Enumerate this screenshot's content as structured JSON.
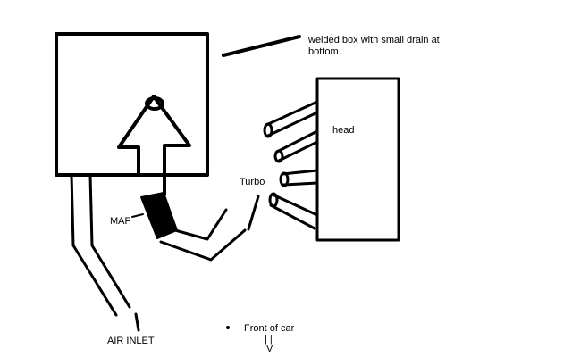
{
  "labels": {
    "welded_box": "welded box with small drain at bottom.",
    "head": "head",
    "turbo": "Turbo",
    "maf": "MAF",
    "air_inlet": "AIR INLET",
    "front_of_car": "Front of car",
    "front_arrow_shaft": "| |",
    "front_arrow_head": "V"
  },
  "colors": {
    "ink": "#000000",
    "background": "#ffffff"
  }
}
